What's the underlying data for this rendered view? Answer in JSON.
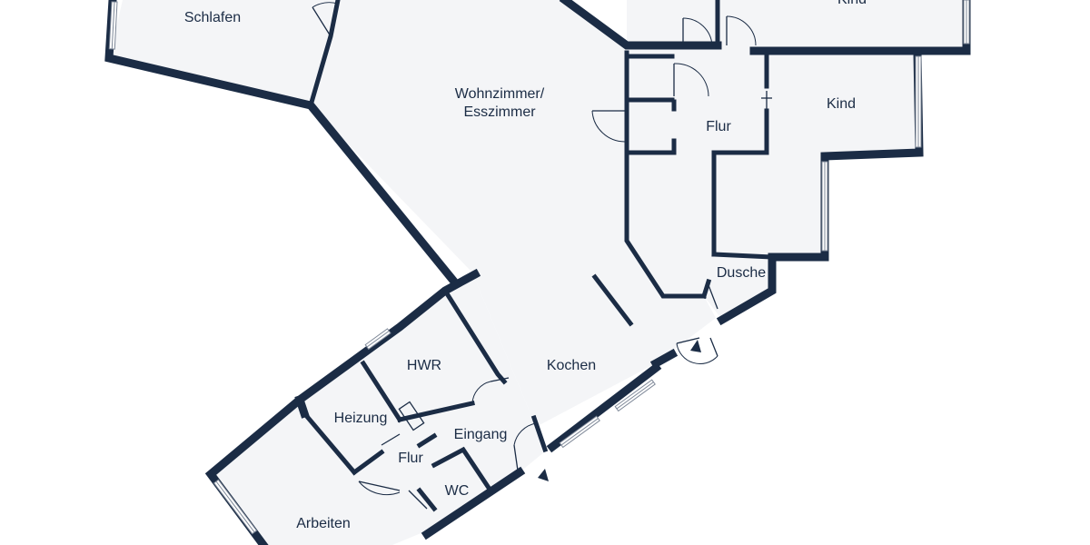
{
  "rooms": {
    "schlafen": "Schlafen",
    "kind_top": "Kind",
    "wohnzimmer": "Wohnzimmer/",
    "esszimmer": "Esszimmer",
    "flur_upper": "Flur",
    "kind": "Kind",
    "dusche": "Dusche",
    "kochen": "Kochen",
    "hwr": "HWR",
    "heizung": "Heizung",
    "eingang": "Eingang",
    "flur_lower": "Flur",
    "wc": "WC",
    "arbeiten": "Arbeiten"
  },
  "colors": {
    "wall": "#1b2c45",
    "floor": "#f4f5f7",
    "background": "#ffffff",
    "window": "#7d8797"
  }
}
